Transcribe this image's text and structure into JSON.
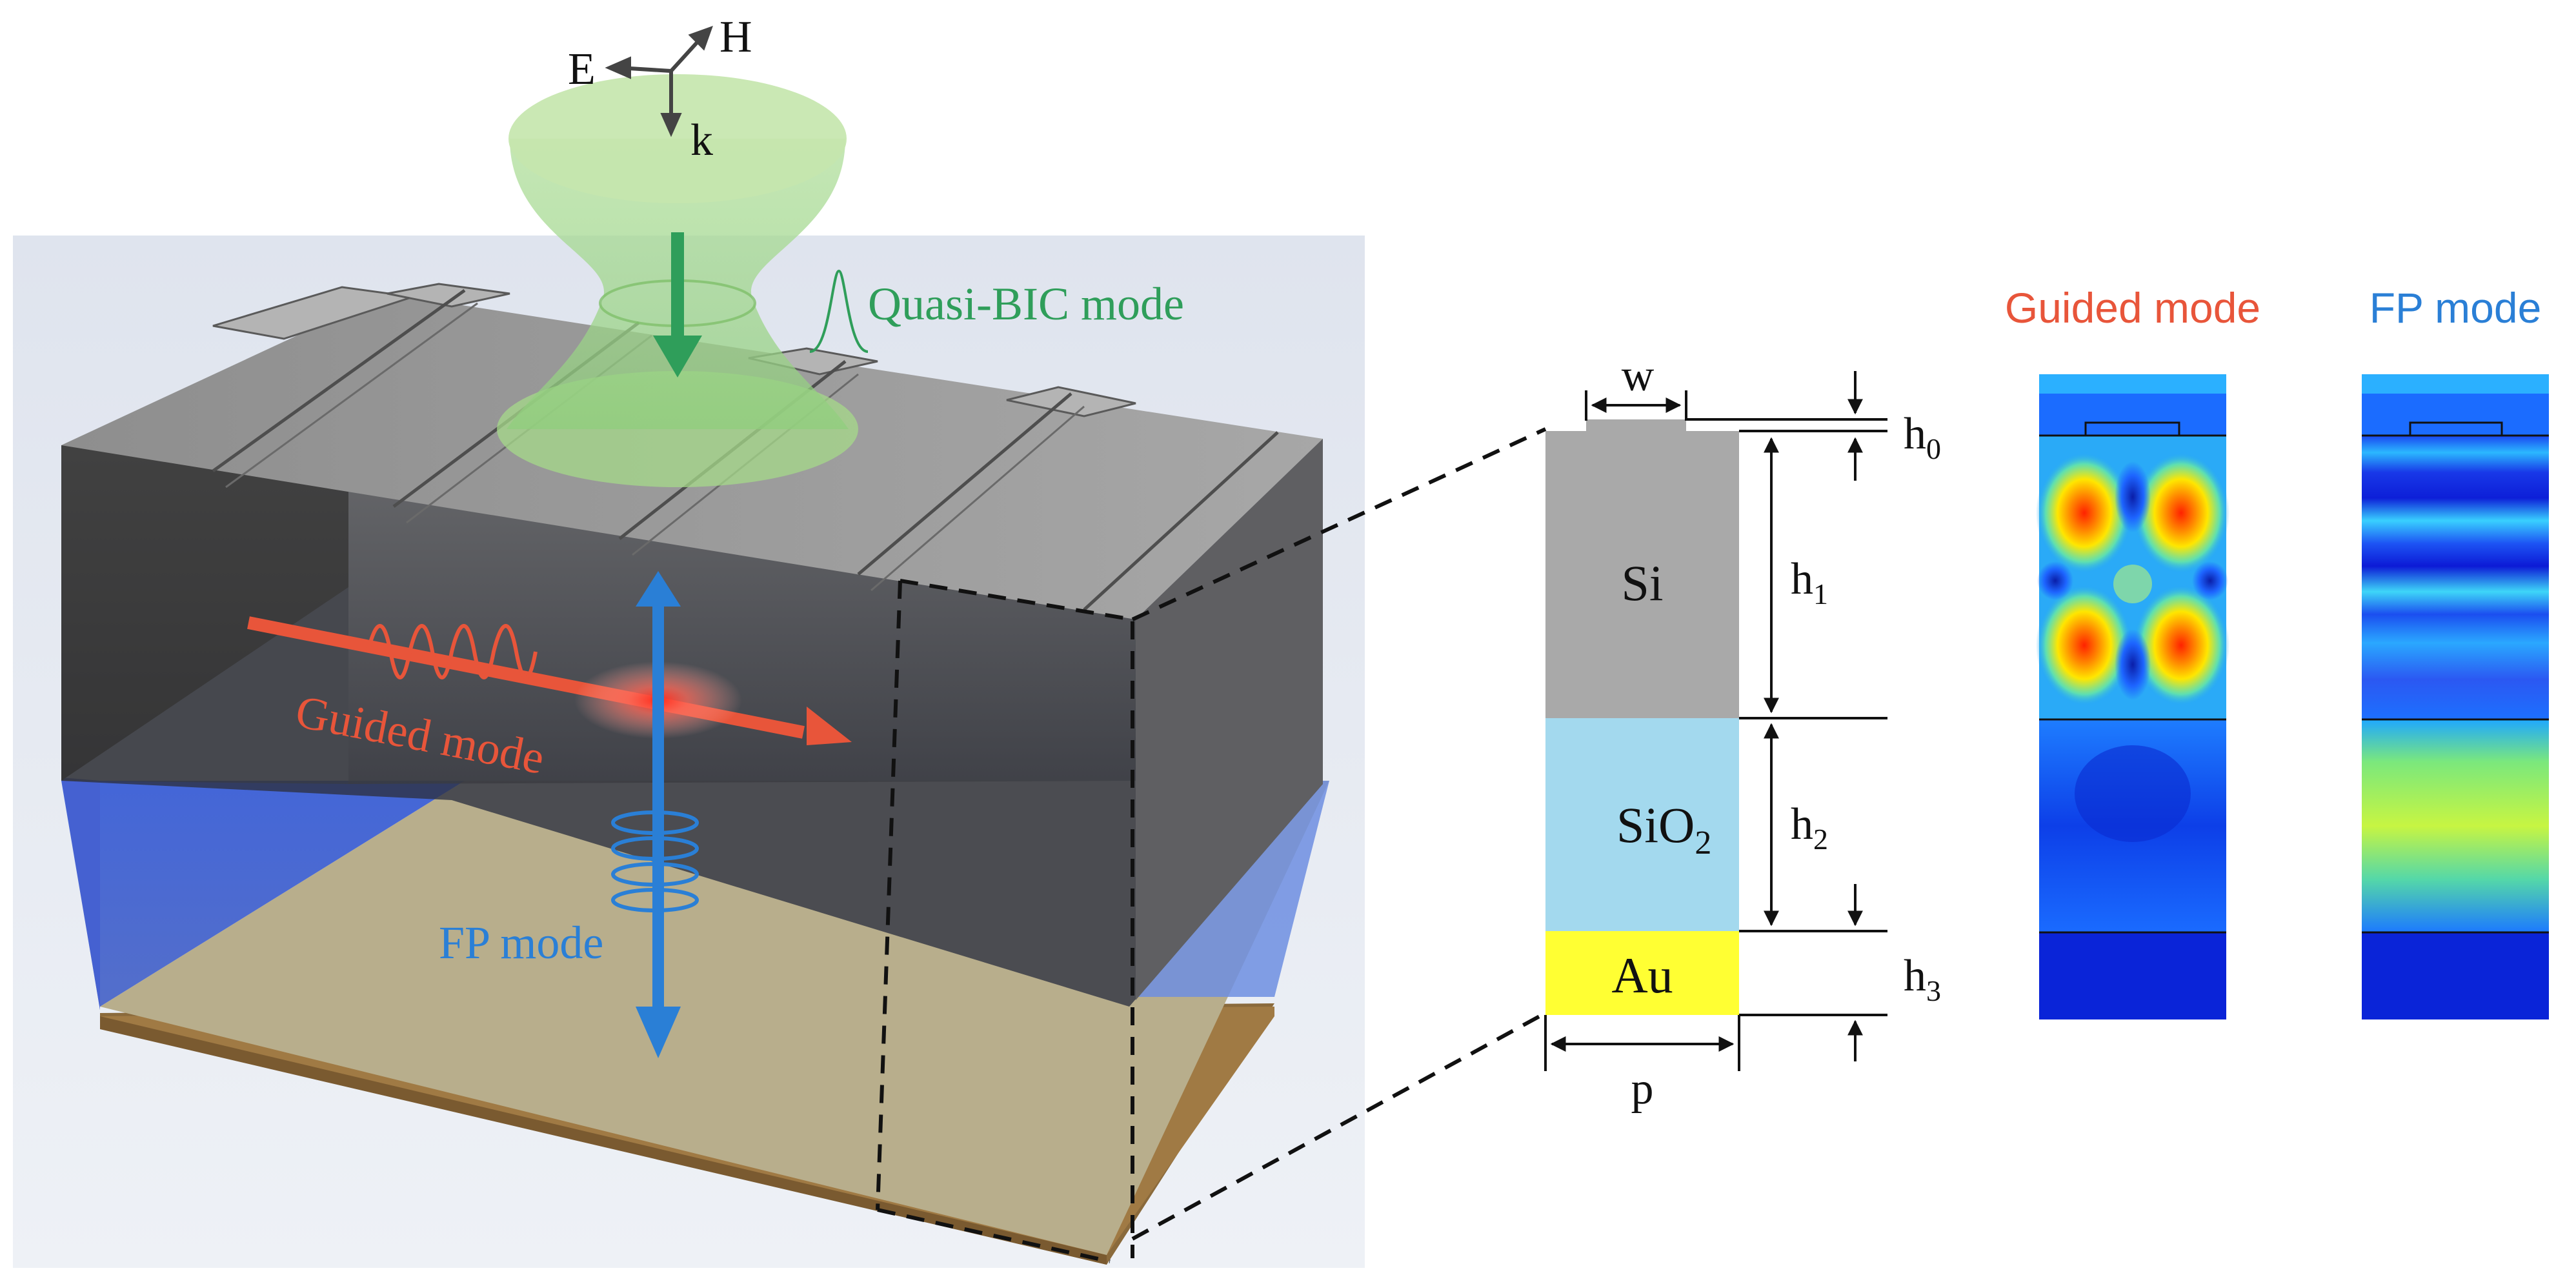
{
  "figure": {
    "polarization": {
      "e_label": "E",
      "h_label": "H",
      "k_label": "k"
    },
    "device_labels": {
      "quasi_bic": "Quasi-BIC mode",
      "guided": "Guided mode",
      "fp": "FP mode"
    },
    "cross_section": {
      "layers": [
        {
          "name": "Si",
          "color": "#a9a9a9"
        },
        {
          "name": "SiO2",
          "display": "SiO",
          "subscript": "2",
          "color": "#a3d9ee"
        },
        {
          "name": "Au",
          "color": "#ffff33"
        }
      ],
      "dimensions": {
        "w": "w",
        "p": "p",
        "h0": "h",
        "h0_sub": "0",
        "h1": "h",
        "h1_sub": "1",
        "h2": "h",
        "h2_sub": "2",
        "h3": "h",
        "h3_sub": "3"
      }
    },
    "field_maps": [
      {
        "title": "Guided mode",
        "title_color": "#e8553a"
      },
      {
        "title": "FP mode",
        "title_color": "#2a7fd6"
      }
    ],
    "colors": {
      "guided": "#e8553a",
      "fp": "#2a7fd6",
      "bic": "#2f9e5a",
      "beam": "#a6d98a"
    }
  }
}
